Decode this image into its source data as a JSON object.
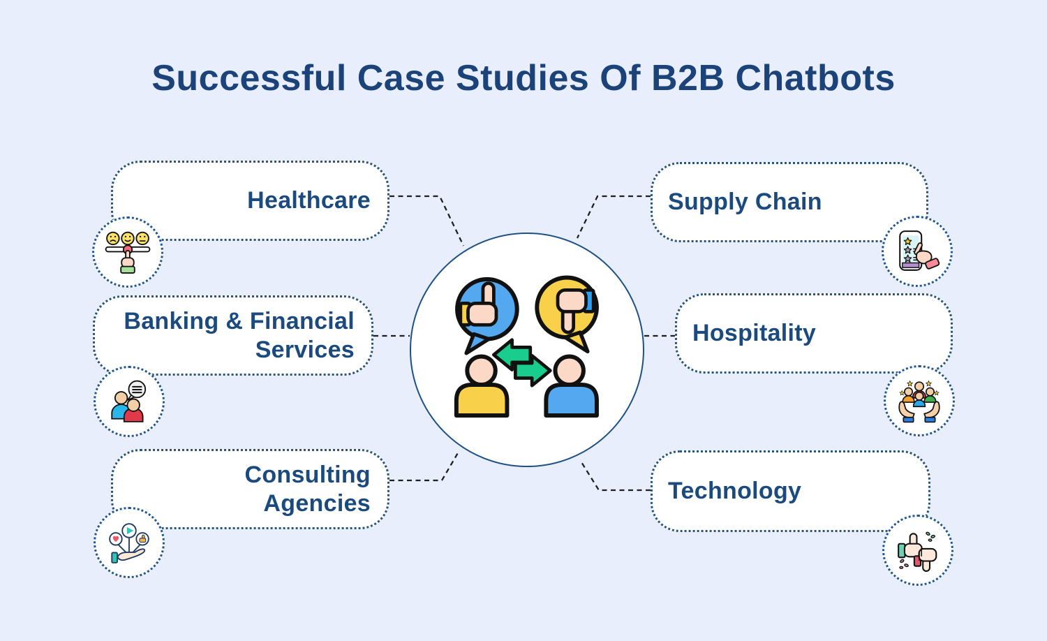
{
  "title": "Successful Case Studies Of B2B Chatbots",
  "center": {
    "illustration": "feedback-exchange-people-thumbs-up-down"
  },
  "nodes": [
    {
      "id": "healthcare",
      "label": "Healthcare",
      "side": "left",
      "icon": "emoji-feedback-slider-icon"
    },
    {
      "id": "banking",
      "label": "Banking & Financial\nServices",
      "side": "left",
      "icon": "customers-chat-icon"
    },
    {
      "id": "consulting",
      "label": "Consulting Agencies",
      "side": "left",
      "icon": "hand-engagement-icon"
    },
    {
      "id": "supply-chain",
      "label": "Supply Chain",
      "side": "right",
      "icon": "phone-rating-icon"
    },
    {
      "id": "hospitality",
      "label": "Hospitality",
      "side": "right",
      "icon": "caring-hands-customers-icon"
    },
    {
      "id": "technology",
      "label": "Technology",
      "side": "right",
      "icon": "thumbs-up-down-icon"
    }
  ],
  "colors": {
    "background": "#e8eefb",
    "title_text": "#1c4379",
    "label_text": "#1b4a7e",
    "box_border": "#27557f",
    "icon_circle_border": "#1f5796",
    "connector": "#1f1f1f",
    "center_circle_border": "#1d5186",
    "illustration_blue": "#54a8f0",
    "illustration_yellow": "#f8d04a",
    "illustration_green": "#19cd8e",
    "illustration_skin": "#fcd9c7",
    "accent_red": "#e0394a",
    "accent_teal": "#2ec4b6",
    "accent_purple": "#b78fd0"
  }
}
